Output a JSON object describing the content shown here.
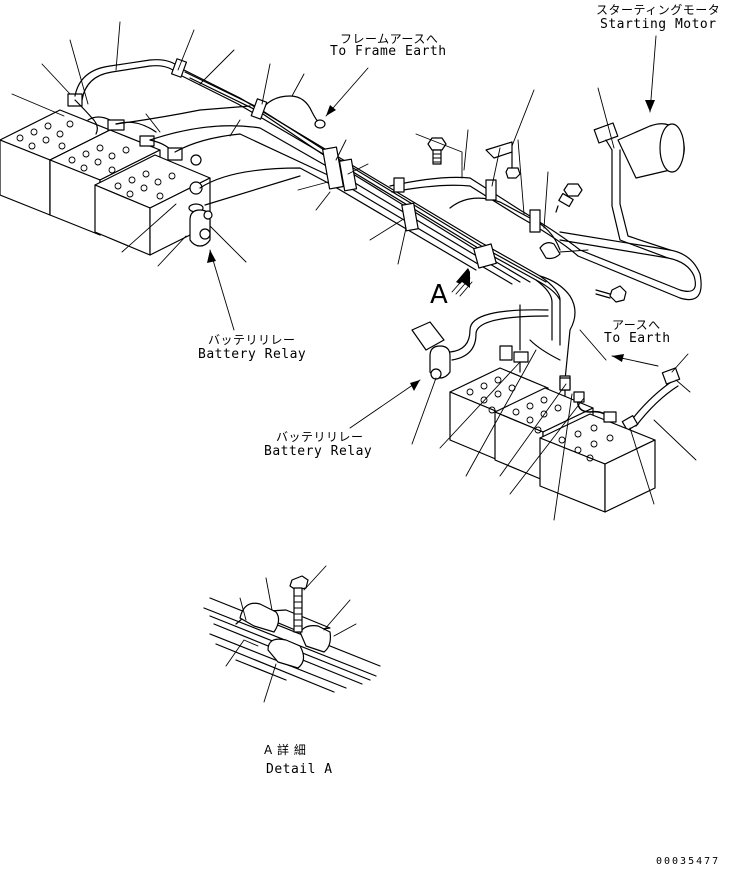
{
  "labels": {
    "frame_earth_jp": "フレームアースへ",
    "frame_earth_en": "To Frame Earth",
    "starting_motor_jp": "スターティングモータ",
    "starting_motor_en": "Starting Motor",
    "battery_relay_top_jp": "バッテリリレー",
    "battery_relay_top_en": "Battery Relay",
    "battery_relay_bottom_jp": "バッテリリレー",
    "battery_relay_bottom_en": "Battery Relay",
    "to_earth_jp": "アースへ",
    "to_earth_en": "To Earth",
    "view_marker": "A",
    "detail_jp": "A 詳 細",
    "detail_en": "Detail A",
    "drawing_code": "00035477"
  }
}
